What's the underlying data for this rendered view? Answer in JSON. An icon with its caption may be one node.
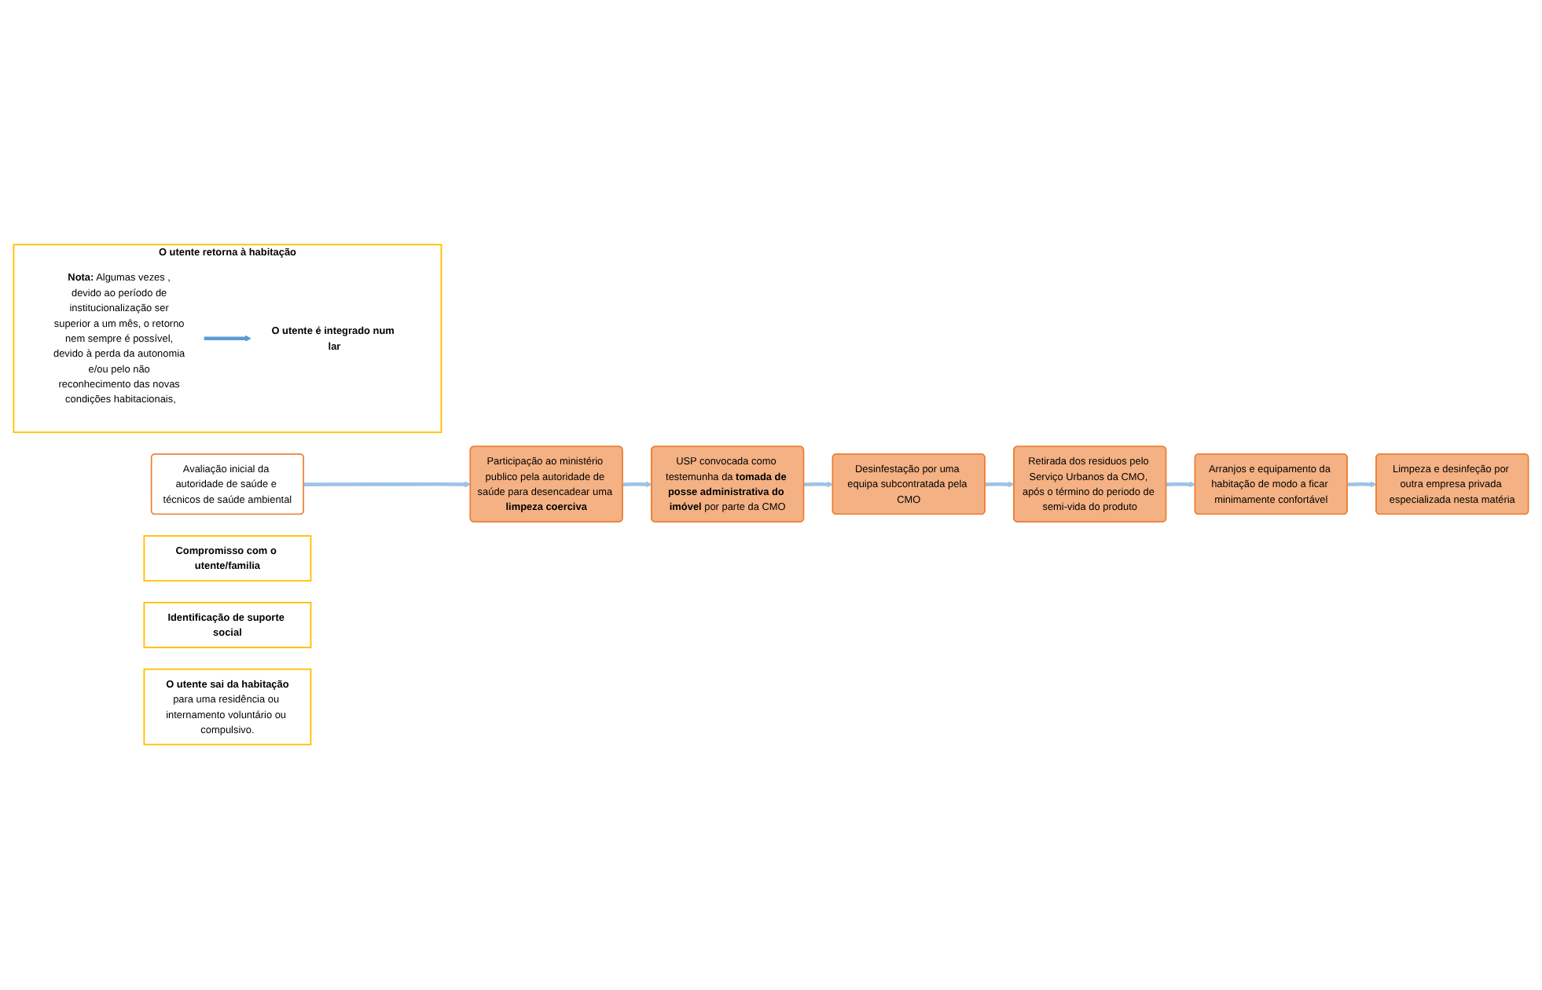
{
  "diagram": {
    "nodes": [
      {
        "text": [
          "Avaliação inicial da autoridade de saúde e técnicos de saúde ambiental"
        ]
      },
      {
        "text": [
          "Compromisso com o utente/familia"
        ]
      },
      {
        "text": [
          "Identificação de suporte social"
        ]
      },
      {
        "text": [
          "Participação ao ministério publico pela autoridade de saúde para desencadear uma **limpeza coerciva**"
        ]
      },
      {
        "text": [
          "USP convocada como testemunha da **tomada de posse administrativa do imóvel** por parte da CMO"
        ]
      },
      {
        "text": [
          "O utente sai da habitação",
          "para uma residência ou internamento voluntário ou compulsivo."
        ]
      },
      {
        "text": [
          "Desinfestação por uma equipa subcontratada pela CMO"
        ]
      },
      {
        "text": [
          "Retirada dos residuos pelo Serviço Urbanos da CMO, após o término do periodo de semi-vida do produto"
        ]
      },
      {
        "text": [
          "Arranjos e equipamento da habitação de modo a ficar minimamente confortável"
        ]
      },
      {
        "text": [
          "Limpeza e desinfeção por outra empresa privada especializada nesta matéria"
        ]
      },
      {
        "text": [
          "O utente retorna à habitação"
        ]
      },
      {
        "text": [
          "**Nota:** Algumas vezes , devido ao período de institucionalização ser superior a um mês, o retorno nem sempre é possível, devido à perda da autonomia e/ou pelo não reconhecimento das novas condições habitacionais,"
        ],
        "in": 10
      },
      {
        "text": [
          "O utente é integrado num lar"
        ],
        "in": 10
      }
    ],
    "edges": [
      {
        "from": 0,
        "to": 3,
        "arrow": "to"
      },
      {
        "from": 3,
        "to": 4,
        "arrow": "to"
      },
      {
        "from": 4,
        "to": 6,
        "arrow": "to"
      },
      {
        "from": 6,
        "to": 7,
        "arrow": "to"
      },
      {
        "from": 7,
        "to": 8,
        "arrow": "to"
      },
      {
        "from": 8,
        "to": 9,
        "arrow": "to"
      },
      {
        "from": 11,
        "to": 12,
        "arrow": "to",
        "color": "#5b9bd5"
      }
    ]
  }
}
